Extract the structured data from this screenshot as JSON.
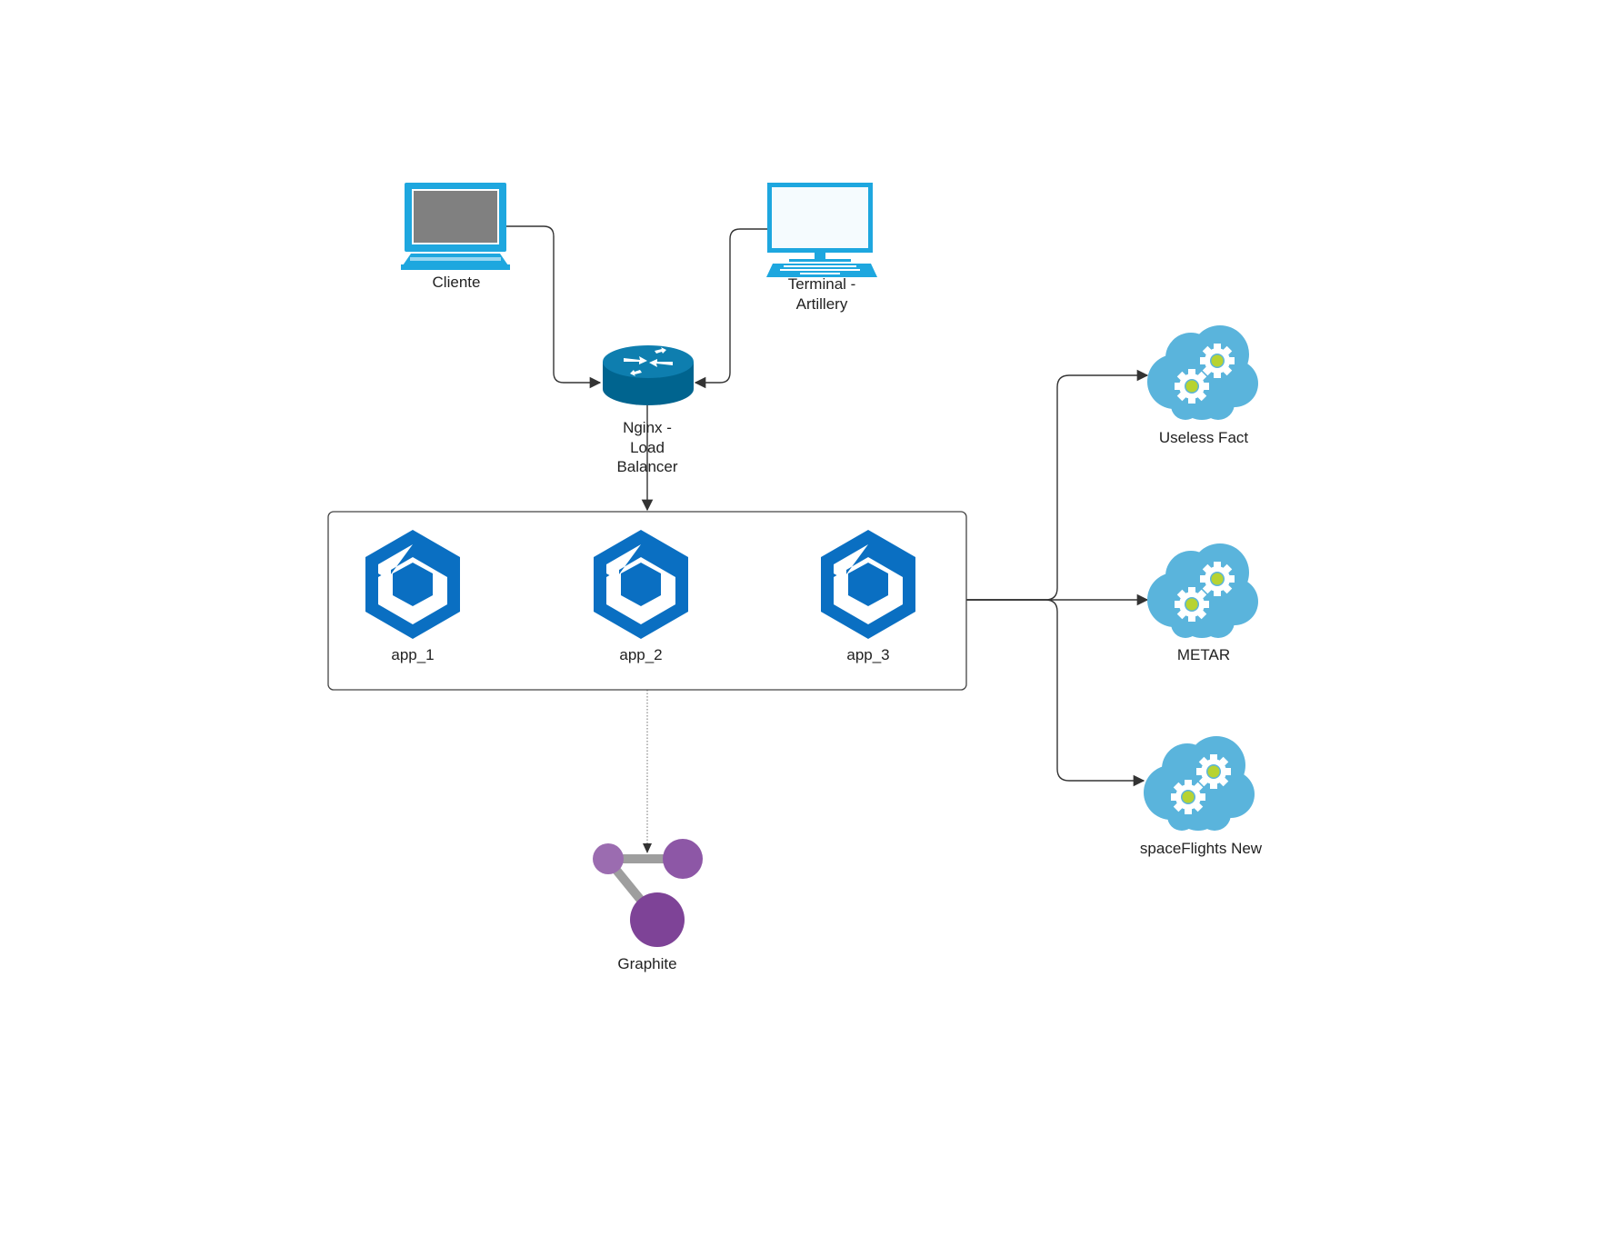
{
  "diagram": {
    "nodes": {
      "cliente": {
        "label_lines": [
          "Cliente"
        ]
      },
      "terminal": {
        "label_lines": [
          "Terminal -",
          "Artillery"
        ]
      },
      "nginx": {
        "label_lines": [
          "Nginx -",
          "Load",
          "Balancer"
        ]
      },
      "app_1": {
        "label": "app_1"
      },
      "app_2": {
        "label": "app_2"
      },
      "app_3": {
        "label": "app_3"
      },
      "useless_fact": {
        "label": "Useless Fact"
      },
      "metar": {
        "label": "METAR"
      },
      "spaceflights": {
        "label": "spaceFlights New"
      },
      "graphite": {
        "label": "Graphite"
      }
    },
    "edges": [
      {
        "from": "cliente",
        "to": "nginx"
      },
      {
        "from": "terminal",
        "to": "nginx"
      },
      {
        "from": "nginx",
        "to": "apps-group"
      },
      {
        "from": "apps-group",
        "to": "useless_fact"
      },
      {
        "from": "apps-group",
        "to": "metar"
      },
      {
        "from": "apps-group",
        "to": "spaceflights"
      },
      {
        "from": "apps-group",
        "to": "graphite",
        "style": "dotted"
      }
    ],
    "colors": {
      "device_blue": "#1ea7df",
      "router_blue": "#00648f",
      "app_blue": "#0a6fc2",
      "cloud_blue": "#5ab4dc",
      "gear_green": "#b7d332",
      "graphite_purple": "#8a4e9f"
    }
  }
}
